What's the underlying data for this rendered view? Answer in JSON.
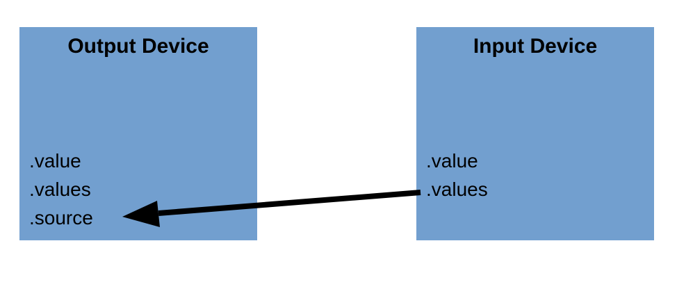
{
  "diagram": {
    "background_color": "#ffffff",
    "box_fill_color": "#729fcf",
    "text_color": "#000000",
    "arrow_color": "#000000",
    "output_device": {
      "title": "Output Device",
      "members": [
        ".value",
        ".values",
        ".source"
      ]
    },
    "input_device": {
      "title": "Input Device",
      "members": [
        ".value",
        ".values"
      ]
    },
    "arrow": {
      "from": "Input Device .values",
      "to": "Output Device .source",
      "direction": "right-to-left"
    }
  }
}
